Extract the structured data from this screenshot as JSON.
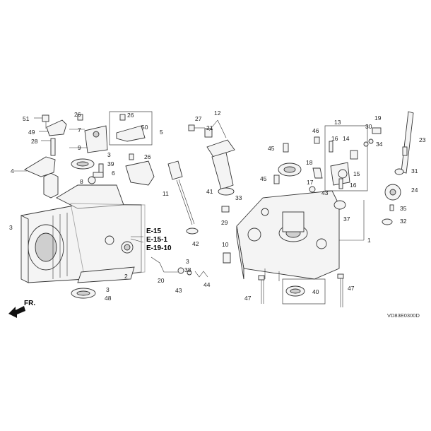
{
  "diagram": {
    "callouts": [
      "51",
      "26",
      "26",
      "27",
      "12",
      "50",
      "49",
      "7",
      "28",
      "9",
      "3",
      "26",
      "4",
      "39",
      "6",
      "8",
      "11",
      "41",
      "21",
      "5",
      "3",
      "42",
      "13",
      "46",
      "16",
      "14",
      "19",
      "30",
      "34",
      "23",
      "45",
      "18",
      "15",
      "45",
      "33",
      "29",
      "10",
      "17",
      "43",
      "16",
      "31",
      "24",
      "37",
      "35",
      "32",
      "1",
      "3",
      "38",
      "20",
      "43",
      "44",
      "3",
      "48",
      "2",
      "47",
      "40",
      "47"
    ],
    "references": [
      "E-15",
      "E-15-1",
      "E-19-10"
    ],
    "direction_label": "FR.",
    "figure_code": "VD83E0300D"
  },
  "colors": {
    "line": "#333333",
    "fill": "#f4f4f4",
    "shade": "#cfcfcf"
  }
}
